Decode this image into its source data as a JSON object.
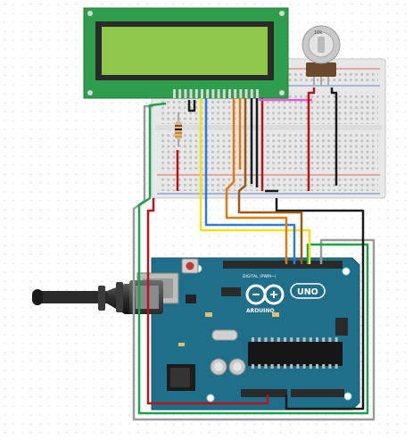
{
  "potentiometer": {
    "label": "10k"
  },
  "arduino": {
    "brand": "ARDUINO",
    "model": "UNO",
    "digital_label": "DIGITAL (PWM~)",
    "icon_name": "arduino-infinity-logo"
  },
  "components": {
    "lcd": "lcd-16x2-display",
    "breadboard": "half-size-breadboard",
    "resistor": "resistor",
    "usb_cable": "usb-b-cable"
  },
  "colors": {
    "wire_black": "#1a1a1a",
    "wire_red": "#b4161b",
    "wire_yellow": "#f2e21c",
    "wire_blue": "#2f7bd6",
    "wire_orange": "#e07a10",
    "wire_brown": "#9a5a18",
    "wire_green": "#1aa34a",
    "wire_gray": "#9a9a9a",
    "wire_pink": "#e25cd8",
    "lcd_frame": "#2e9a48",
    "lcd_screen": "#8fc74a",
    "arduino_board": "#1f6f8b"
  }
}
